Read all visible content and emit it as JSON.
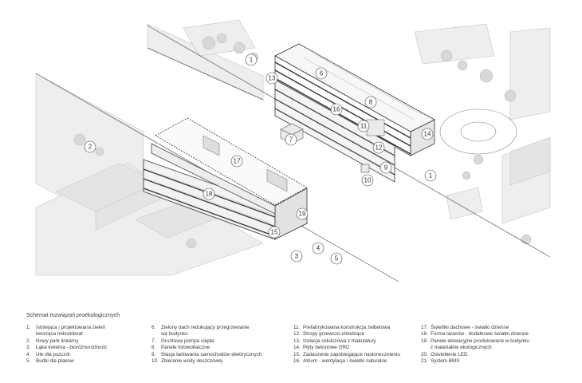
{
  "labels": [
    "1",
    "1",
    "2",
    "3",
    "4",
    "5",
    "6",
    "7",
    "8",
    "9",
    "10",
    "11",
    "12",
    "13",
    "14",
    "15",
    "16",
    "17",
    "18",
    "19"
  ],
  "legend": {
    "title": "Schemat rozwiązań proekologicznych",
    "columns": [
      [
        {
          "n": "1.",
          "t": "Istniejąca i projektowana zieleń\ntworząca mikroklimat"
        },
        {
          "n": "2.",
          "t": "Nowy park linearny"
        },
        {
          "n": "3.",
          "t": "Łąka kwietna - bioróżnorodność"
        },
        {
          "n": "4.",
          "t": "Ule dla pszczół"
        },
        {
          "n": "5.",
          "t": "Budki dla ptaków"
        }
      ],
      [
        {
          "n": "6.",
          "t": "Zielony dach redukujący przegrzewanie\nsię budynku"
        },
        {
          "n": "7.",
          "t": "Gruntowa pompa ciepła"
        },
        {
          "n": "8.",
          "t": "Panele fotowoltaiczne"
        },
        {
          "n": "9.",
          "t": "Stacja ładowania samochodów elektrycznych"
        },
        {
          "n": "10.",
          "t": "Zbieranie wody deszczowej"
        }
      ],
      [
        {
          "n": "11.",
          "t": "Prefabrykowana konstrukcja żelbetowa"
        },
        {
          "n": "12.",
          "t": "Stropy grzewczo-chłodzące"
        },
        {
          "n": "13.",
          "t": "Izolacja celulozowa z makulatury"
        },
        {
          "n": "14.",
          "t": "Płyty betonowe GRC"
        },
        {
          "n": "15.",
          "t": "Zadaszenie zapobiegające nasłonecznieniu"
        },
        {
          "n": "16.",
          "t": "Atrium - wentylacja i światło naturalne"
        }
      ],
      [
        {
          "n": "17.",
          "t": "Świetliki dachowe - światło dzienne"
        },
        {
          "n": "18.",
          "t": "Forma tarasów - dodatkowe światło dzienne"
        },
        {
          "n": "19.",
          "t": "Panele elewacyjne produkowane w budynku\nz materiałów ekologicznych"
        },
        {
          "n": "20.",
          "t": "Oświetlenie LED"
        },
        {
          "n": "21.",
          "t": "System BMS"
        }
      ]
    ]
  }
}
